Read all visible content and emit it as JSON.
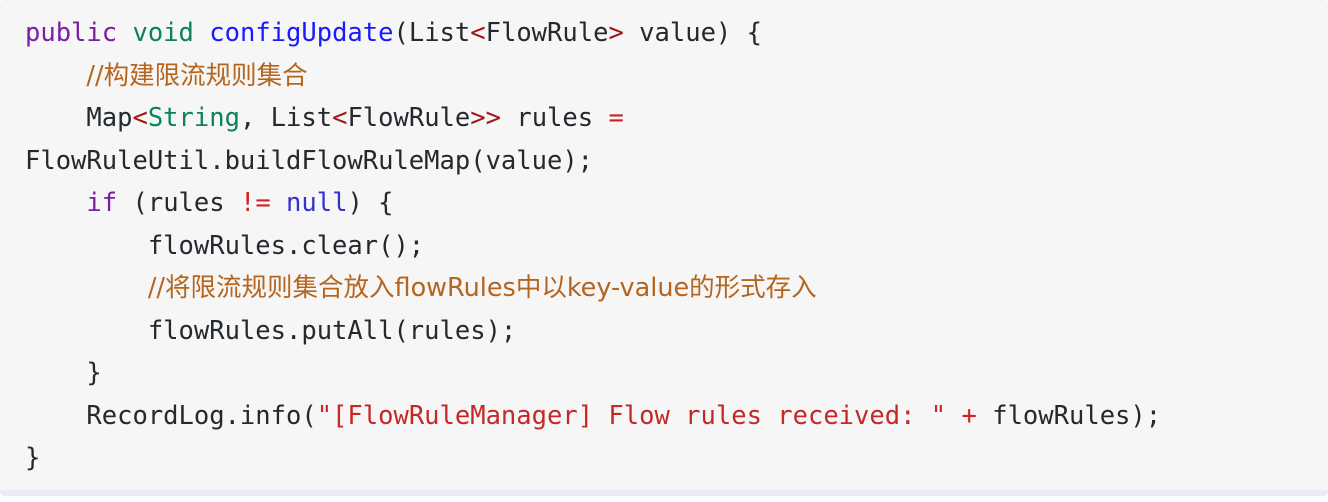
{
  "editor": {
    "language": "java",
    "background_color": "#f6f6f7",
    "bottom_strip_color": "#e9edf2",
    "palette": {
      "plain": "#24292e",
      "keyword": "#7a1fa2",
      "type": "#0b8457",
      "function": "#1a1aff",
      "comment": "#b5651d",
      "angle_bracket": "#a31515",
      "operator": "#cc2222",
      "string": "#c62828",
      "constant": "#3333cc"
    },
    "lines": [
      {
        "id": "line-1",
        "text": "public void configUpdate(List<FlowRule> value) {",
        "tokens": [
          {
            "t": "public",
            "c": "keyword"
          },
          {
            "t": " ",
            "c": "plain"
          },
          {
            "t": "void",
            "c": "type"
          },
          {
            "t": " ",
            "c": "plain"
          },
          {
            "t": "configUpdate",
            "c": "function"
          },
          {
            "t": "(List",
            "c": "plain"
          },
          {
            "t": "<",
            "c": "angle"
          },
          {
            "t": "FlowRule",
            "c": "plain"
          },
          {
            "t": ">",
            "c": "angle"
          },
          {
            "t": " value) {",
            "c": "plain"
          }
        ]
      },
      {
        "id": "line-2",
        "text": "    //构建限流规则集合",
        "tokens": [
          {
            "t": "    ",
            "c": "plain"
          },
          {
            "t": "//构建限流规则集合",
            "c": "comment"
          }
        ]
      },
      {
        "id": "line-3",
        "text": "    Map<String, List<FlowRule>> rules =",
        "tokens": [
          {
            "t": "    Map",
            "c": "plain"
          },
          {
            "t": "<",
            "c": "angle"
          },
          {
            "t": "String",
            "c": "type"
          },
          {
            "t": ", List",
            "c": "plain"
          },
          {
            "t": "<",
            "c": "angle"
          },
          {
            "t": "FlowRule",
            "c": "plain"
          },
          {
            "t": ">>",
            "c": "angle"
          },
          {
            "t": " rules ",
            "c": "plain"
          },
          {
            "t": "=",
            "c": "operator"
          }
        ]
      },
      {
        "id": "line-4",
        "text": "FlowRuleUtil.buildFlowRuleMap(value);",
        "tokens": [
          {
            "t": "FlowRuleUtil.buildFlowRuleMap(value);",
            "c": "plain"
          }
        ]
      },
      {
        "id": "line-5",
        "text": "    if (rules != null) {",
        "tokens": [
          {
            "t": "    ",
            "c": "plain"
          },
          {
            "t": "if",
            "c": "keyword"
          },
          {
            "t": " (rules ",
            "c": "plain"
          },
          {
            "t": "!=",
            "c": "operator"
          },
          {
            "t": " ",
            "c": "plain"
          },
          {
            "t": "null",
            "c": "constant"
          },
          {
            "t": ") {",
            "c": "plain"
          }
        ]
      },
      {
        "id": "line-6",
        "text": "        flowRules.clear();",
        "tokens": [
          {
            "t": "        flowRules.clear();",
            "c": "plain"
          }
        ]
      },
      {
        "id": "line-7",
        "text": "        //将限流规则集合放入flowRules中以key-value的形式存入",
        "tokens": [
          {
            "t": "        ",
            "c": "plain"
          },
          {
            "t": "//将限流规则集合放入flowRules中以key-value的形式存入",
            "c": "comment"
          }
        ]
      },
      {
        "id": "line-8",
        "text": "        flowRules.putAll(rules);",
        "tokens": [
          {
            "t": "        flowRules.putAll(rules);",
            "c": "plain"
          }
        ]
      },
      {
        "id": "line-9",
        "text": "    }",
        "tokens": [
          {
            "t": "    }",
            "c": "plain"
          }
        ]
      },
      {
        "id": "line-10",
        "text": "    RecordLog.info(\"[FlowRuleManager] Flow rules received: \" + flowRules);",
        "tokens": [
          {
            "t": "    RecordLog.info(",
            "c": "plain"
          },
          {
            "t": "\"[FlowRuleManager] Flow rules received: \"",
            "c": "string"
          },
          {
            "t": " ",
            "c": "plain"
          },
          {
            "t": "+",
            "c": "operator"
          },
          {
            "t": " flowRules);",
            "c": "plain"
          }
        ]
      },
      {
        "id": "line-11",
        "text": "}",
        "tokens": [
          {
            "t": "}",
            "c": "plain"
          }
        ]
      }
    ]
  }
}
